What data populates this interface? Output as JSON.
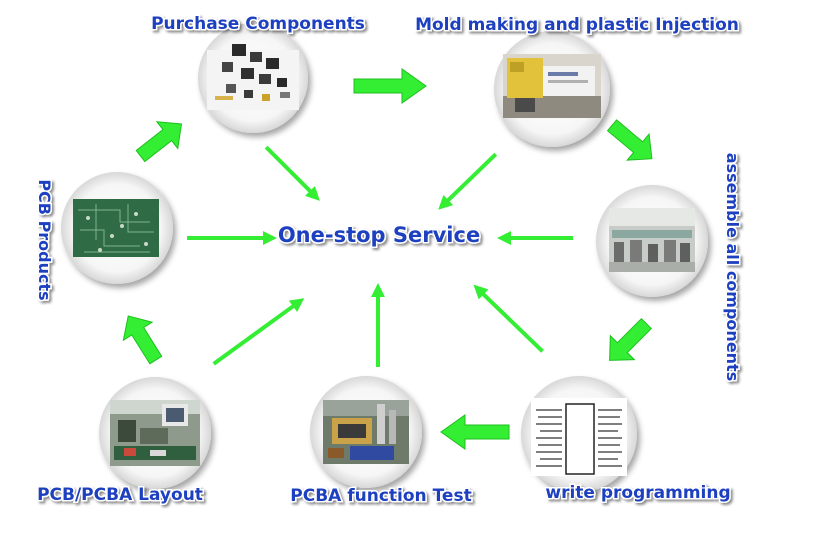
{
  "center": {
    "label": "One-stop Service"
  },
  "nodes": [
    {
      "id": "purchase",
      "label": "Purchase Components",
      "icon": "components-photo-icon"
    },
    {
      "id": "mold",
      "label": "Mold making and plastic Injection",
      "icon": "injection-machine-photo-icon"
    },
    {
      "id": "assemble",
      "label": "assemble all components",
      "icon": "assembly-line-photo-icon"
    },
    {
      "id": "write",
      "label": "write programming",
      "icon": "chip-pinout-photo-icon"
    },
    {
      "id": "test",
      "label": "PCBA function Test",
      "icon": "test-fixture-photo-icon"
    },
    {
      "id": "layout",
      "label": "PCB/PCBA Layout",
      "icon": "workstation-photo-icon"
    },
    {
      "id": "pcb",
      "label": "PCB Products",
      "icon": "pcb-board-photo-icon"
    }
  ],
  "colors": {
    "label": "#1f3fc0",
    "arrow": "#33ee33",
    "arrow_edge": "#1fbf1f"
  }
}
